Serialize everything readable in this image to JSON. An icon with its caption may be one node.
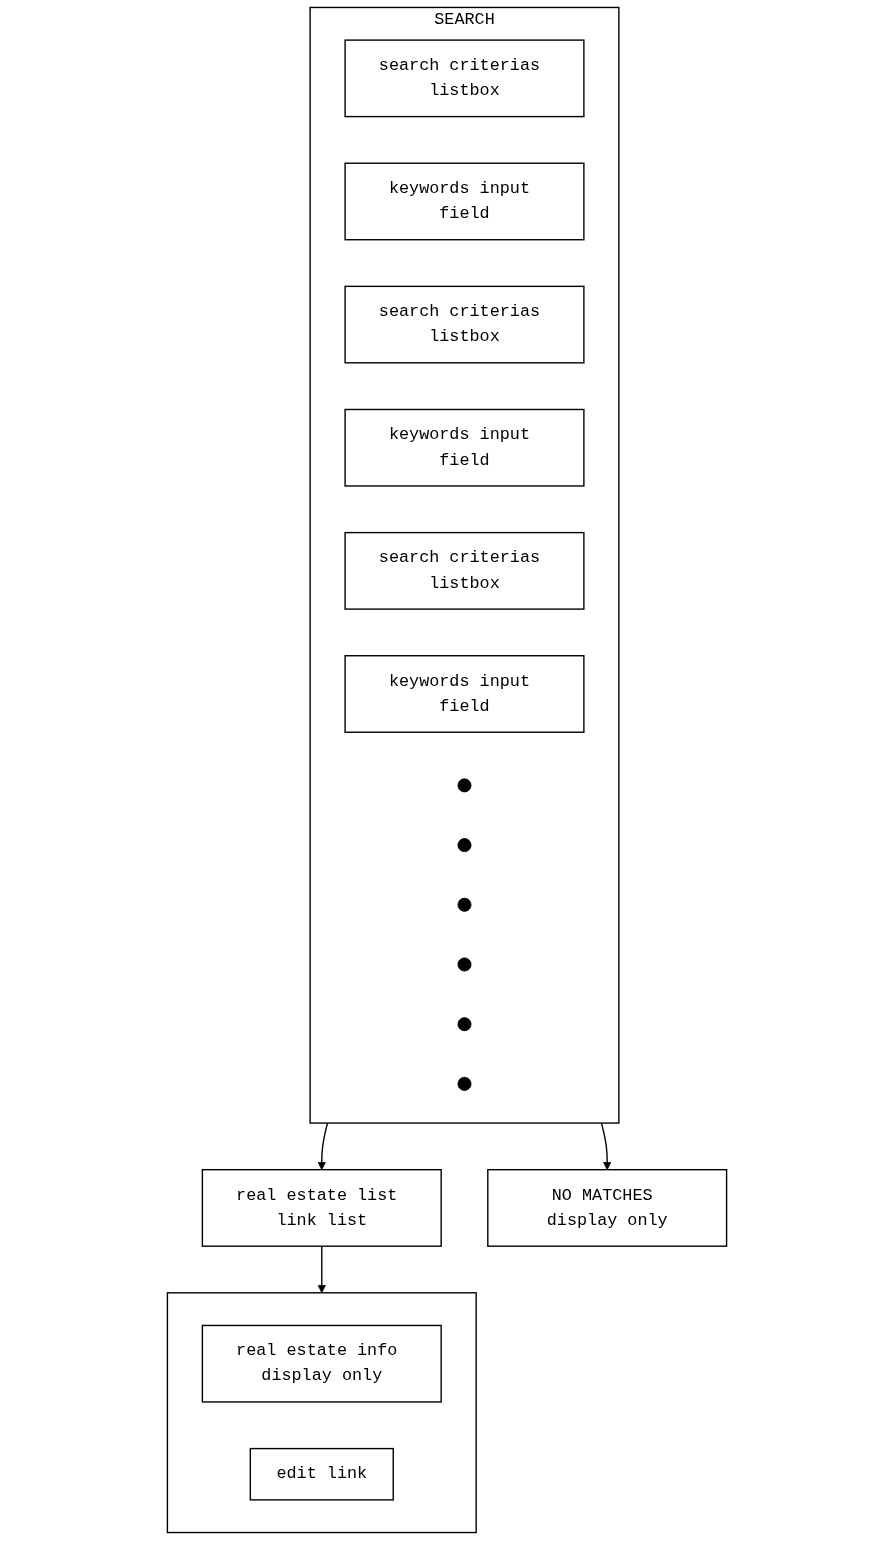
{
  "diagram": {
    "nodes": [
      {
        "text": [
          "SEARCH"
        ]
      },
      {
        "text": [
          "search criterias listbox"
        ],
        "in": 0
      },
      {
        "text": [
          "keywords input field"
        ],
        "in": 0
      },
      {
        "text": [
          "search criterias listbox"
        ],
        "in": 0
      },
      {
        "text": [
          "keywords input field"
        ],
        "in": 0
      },
      {
        "text": [
          "search criterias listbox"
        ],
        "in": 0
      },
      {
        "text": [
          "keywords input field"
        ],
        "in": 0
      },
      {
        "text": [],
        "shape": "circle",
        "in": 0
      },
      {
        "text": [],
        "shape": "circle",
        "in": 0
      },
      {
        "text": [],
        "shape": "circle",
        "in": 0
      },
      {
        "text": [],
        "shape": "circle",
        "in": 0
      },
      {
        "text": [],
        "shape": "circle",
        "in": 0
      },
      {
        "text": [],
        "shape": "circle",
        "in": 0
      },
      {
        "text": [
          "real estate list link list"
        ]
      },
      {
        "text": [
          "NO MATCHES display only"
        ]
      },
      {
        "text": [],
        "shape": "box"
      },
      {
        "text": [
          "real estate info display only"
        ],
        "in": 15
      },
      {
        "text": [
          "edit link"
        ],
        "in": 15
      }
    ],
    "edges": [
      {
        "from": 0,
        "to": 13,
        "arrow": "to"
      },
      {
        "from": 0,
        "to": 14,
        "arrow": "to"
      },
      {
        "from": 13,
        "to": 15,
        "arrow": "to"
      }
    ]
  }
}
